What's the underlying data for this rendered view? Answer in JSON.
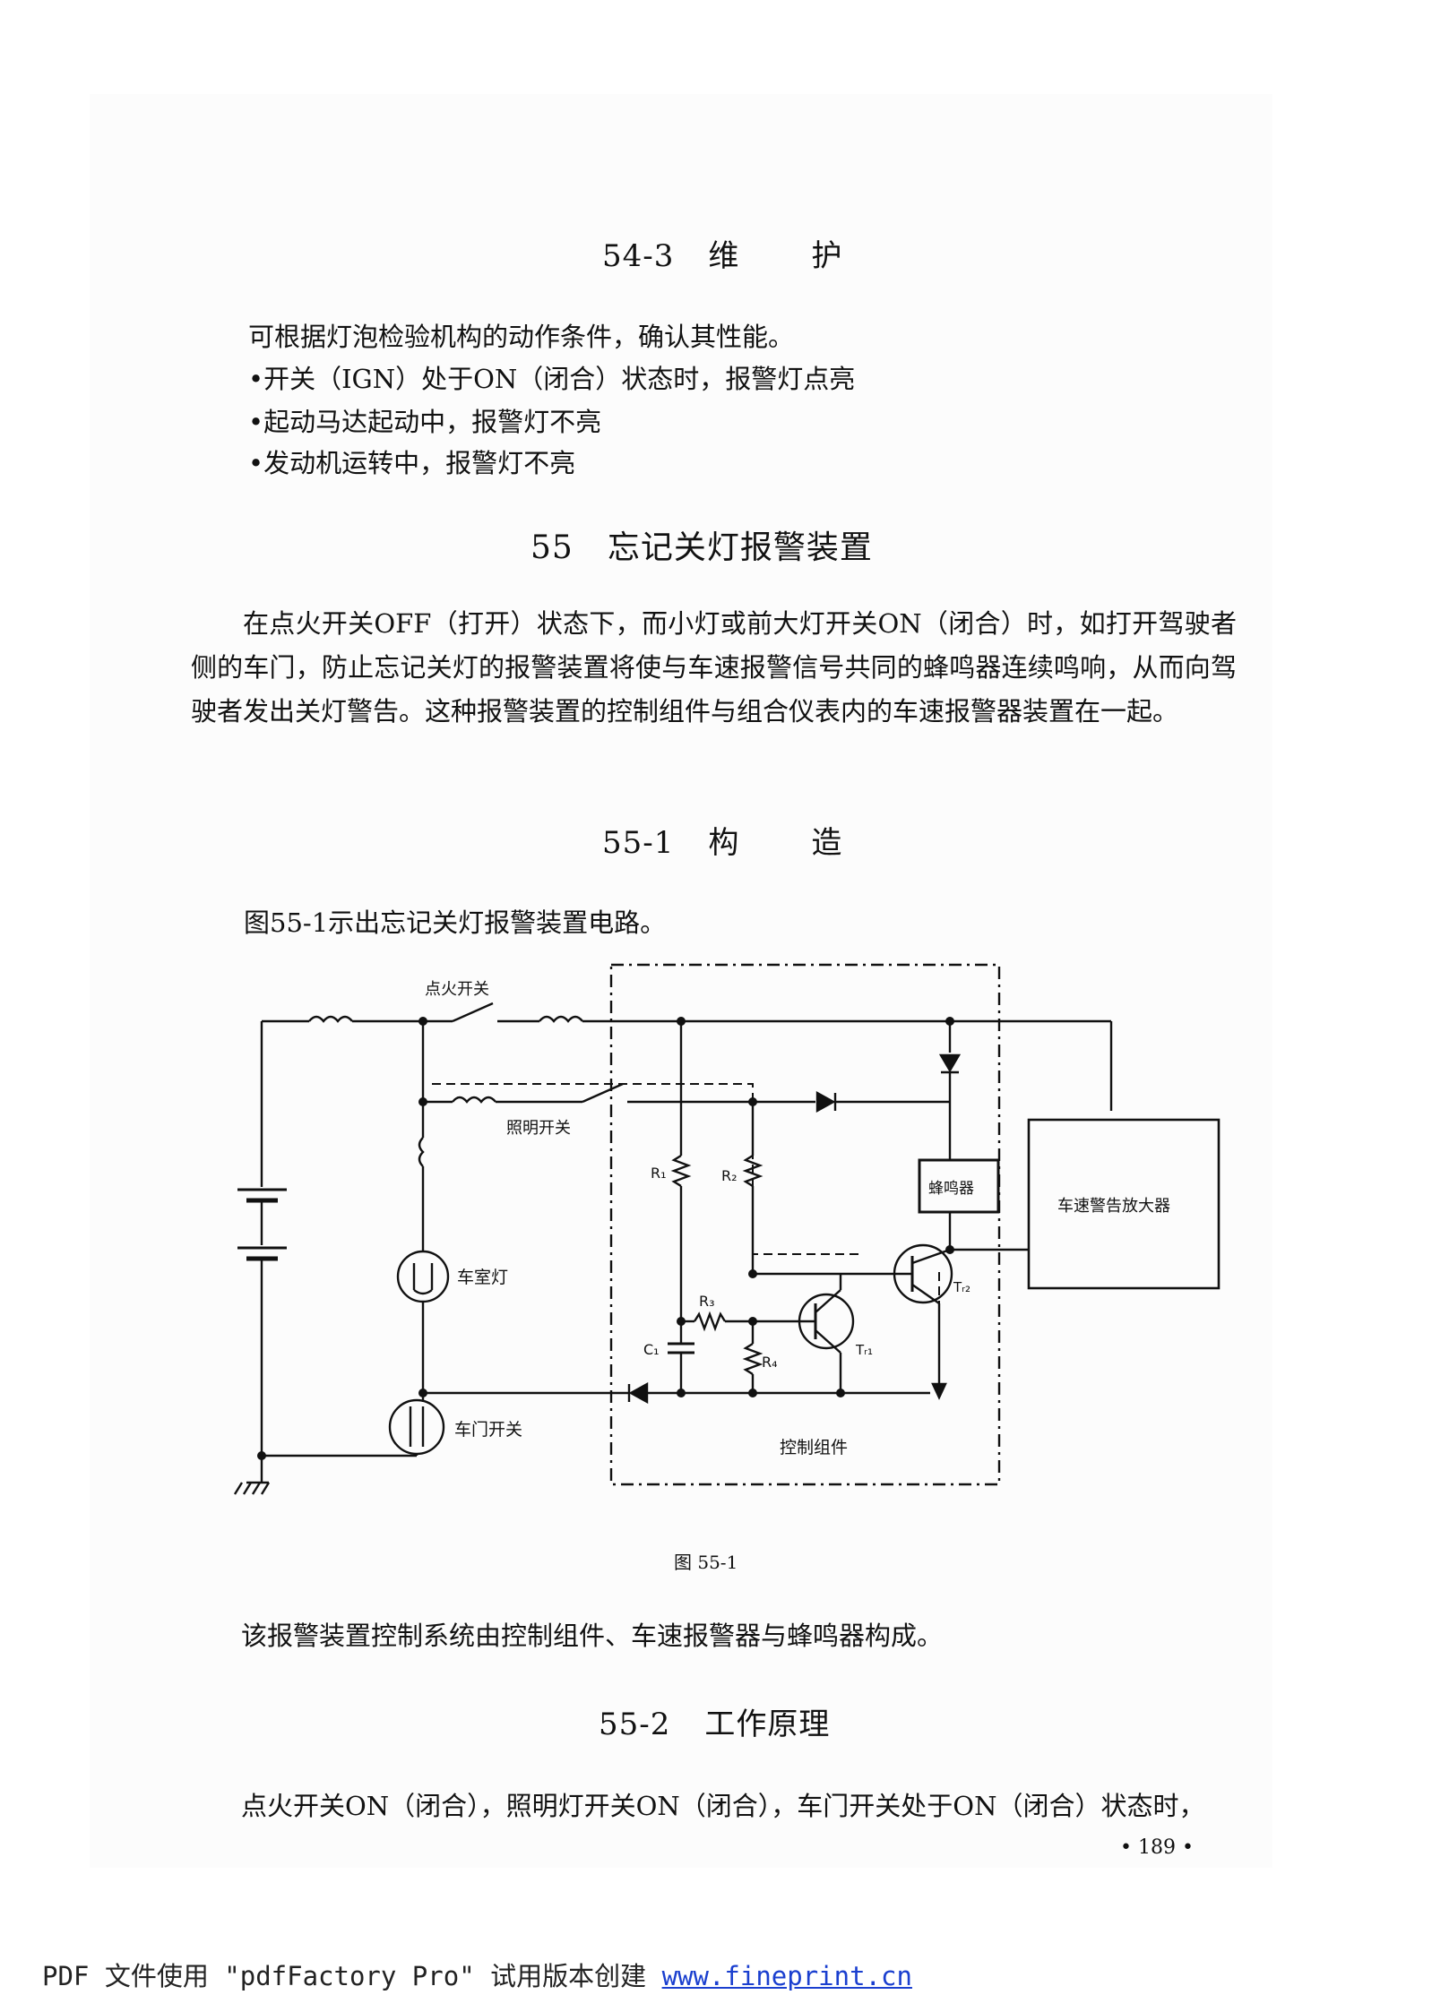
{
  "section_54_3": {
    "number": "54-3",
    "title_a": "维",
    "title_b": "护"
  },
  "maintenance_lines": [
    "可根据灯泡检验机构的动作条件，确认其性能。",
    "•开关（IGN）处于ON（闭合）状态时，报警灯点亮",
    "•起动马达起动中，报警灯不亮",
    "•发动机运转中，报警灯不亮"
  ],
  "section_55": {
    "number": "55",
    "title": "忘记关灯报警装置"
  },
  "intro_paragraph": "在点火开关OFF（打开）状态下，而小灯或前大灯开关ON（闭合）时，如打开驾驶者侧的车门，防止忘记关灯的报警装置将使与车速报警信号共同的蜂鸣器连续鸣响，从而向驾驶者发出关灯警告。这种报警装置的控制组件与组合仪表内的车速报警器装置在一起。",
  "section_55_1": {
    "number": "55-1",
    "title_a": "构",
    "title_b": "造"
  },
  "figure_intro": "图55-1示出忘记关灯报警装置电路。",
  "diagram": {
    "ignition_switch": "点火开关",
    "lighting_switch": "照明开关",
    "dome_light": "车室灯",
    "door_switch": "车门开关",
    "control_unit": "控制组件",
    "buzzer": "蜂鸣器",
    "speed_amp": "车速警告放大器",
    "r1": "R₁",
    "r2": "R₂",
    "r3": "R₃",
    "r4": "R₄",
    "c1": "C₁",
    "tr1": "Tᵣ₁",
    "tr2": "Tᵣ₂"
  },
  "figure_caption": "图 55-1",
  "system_sentence": "该报警装置控制系统由控制组件、车速报警器与蜂鸣器构成。",
  "section_55_2": {
    "number": "55-2",
    "title": "工作原理"
  },
  "last_line": "点火开关ON（闭合），照明灯开关ON（闭合），车门开关处于ON（闭合）状态时，",
  "page_number": "• 189 •",
  "footer": {
    "prefix": "PDF 文件使用 \"pdfFactory Pro\" 试用版本创建 ",
    "link": "www.fineprint.cn"
  }
}
